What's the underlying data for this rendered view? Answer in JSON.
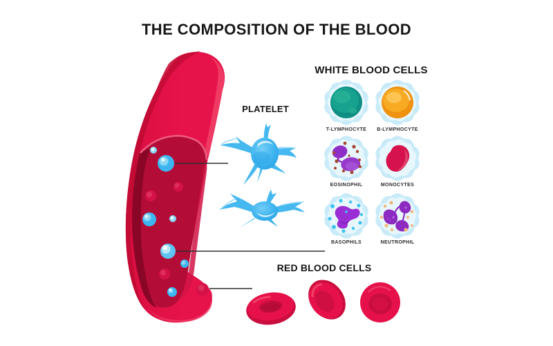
{
  "title": "THE COMPOSITION OF THE BLOOD",
  "platelet_section": {
    "heading": "PLATELET"
  },
  "white_blood_cells_section": {
    "heading": "WHITE BLOOD CELLS",
    "cells": [
      {
        "label": "T-LYMPHOCYTE",
        "nucleus_color": "#12998b"
      },
      {
        "label": "B-LYMPHOCYTE",
        "nucleus_color": "#f6a41d"
      },
      {
        "label": "EOSINOPHIL",
        "nucleus_color": "#8f2fc7"
      },
      {
        "label": "MONOCYTES",
        "nucleus_color": "#d5134e"
      },
      {
        "label": "BASOPHILS",
        "nucleus_color": "#9a2ed4"
      },
      {
        "label": "NEUTROPHIL",
        "nucleus_color": "#8c2ac1"
      }
    ]
  },
  "red_blood_cells_section": {
    "heading": "RED BLOOD CELLS"
  },
  "colors": {
    "vessel_red": "#e6124a",
    "vessel_dark_band": "#c30b35",
    "vessel_highlight": "#ef3a64",
    "vessel_interior": "#b30d37",
    "vessel_inner_shadow": "#8a0627",
    "platelet_blue": "#45b8f0",
    "wbc_membrane": "#c9ebf9",
    "rbc_red": "#e6114a",
    "connector_line": "#2e2e2e"
  }
}
